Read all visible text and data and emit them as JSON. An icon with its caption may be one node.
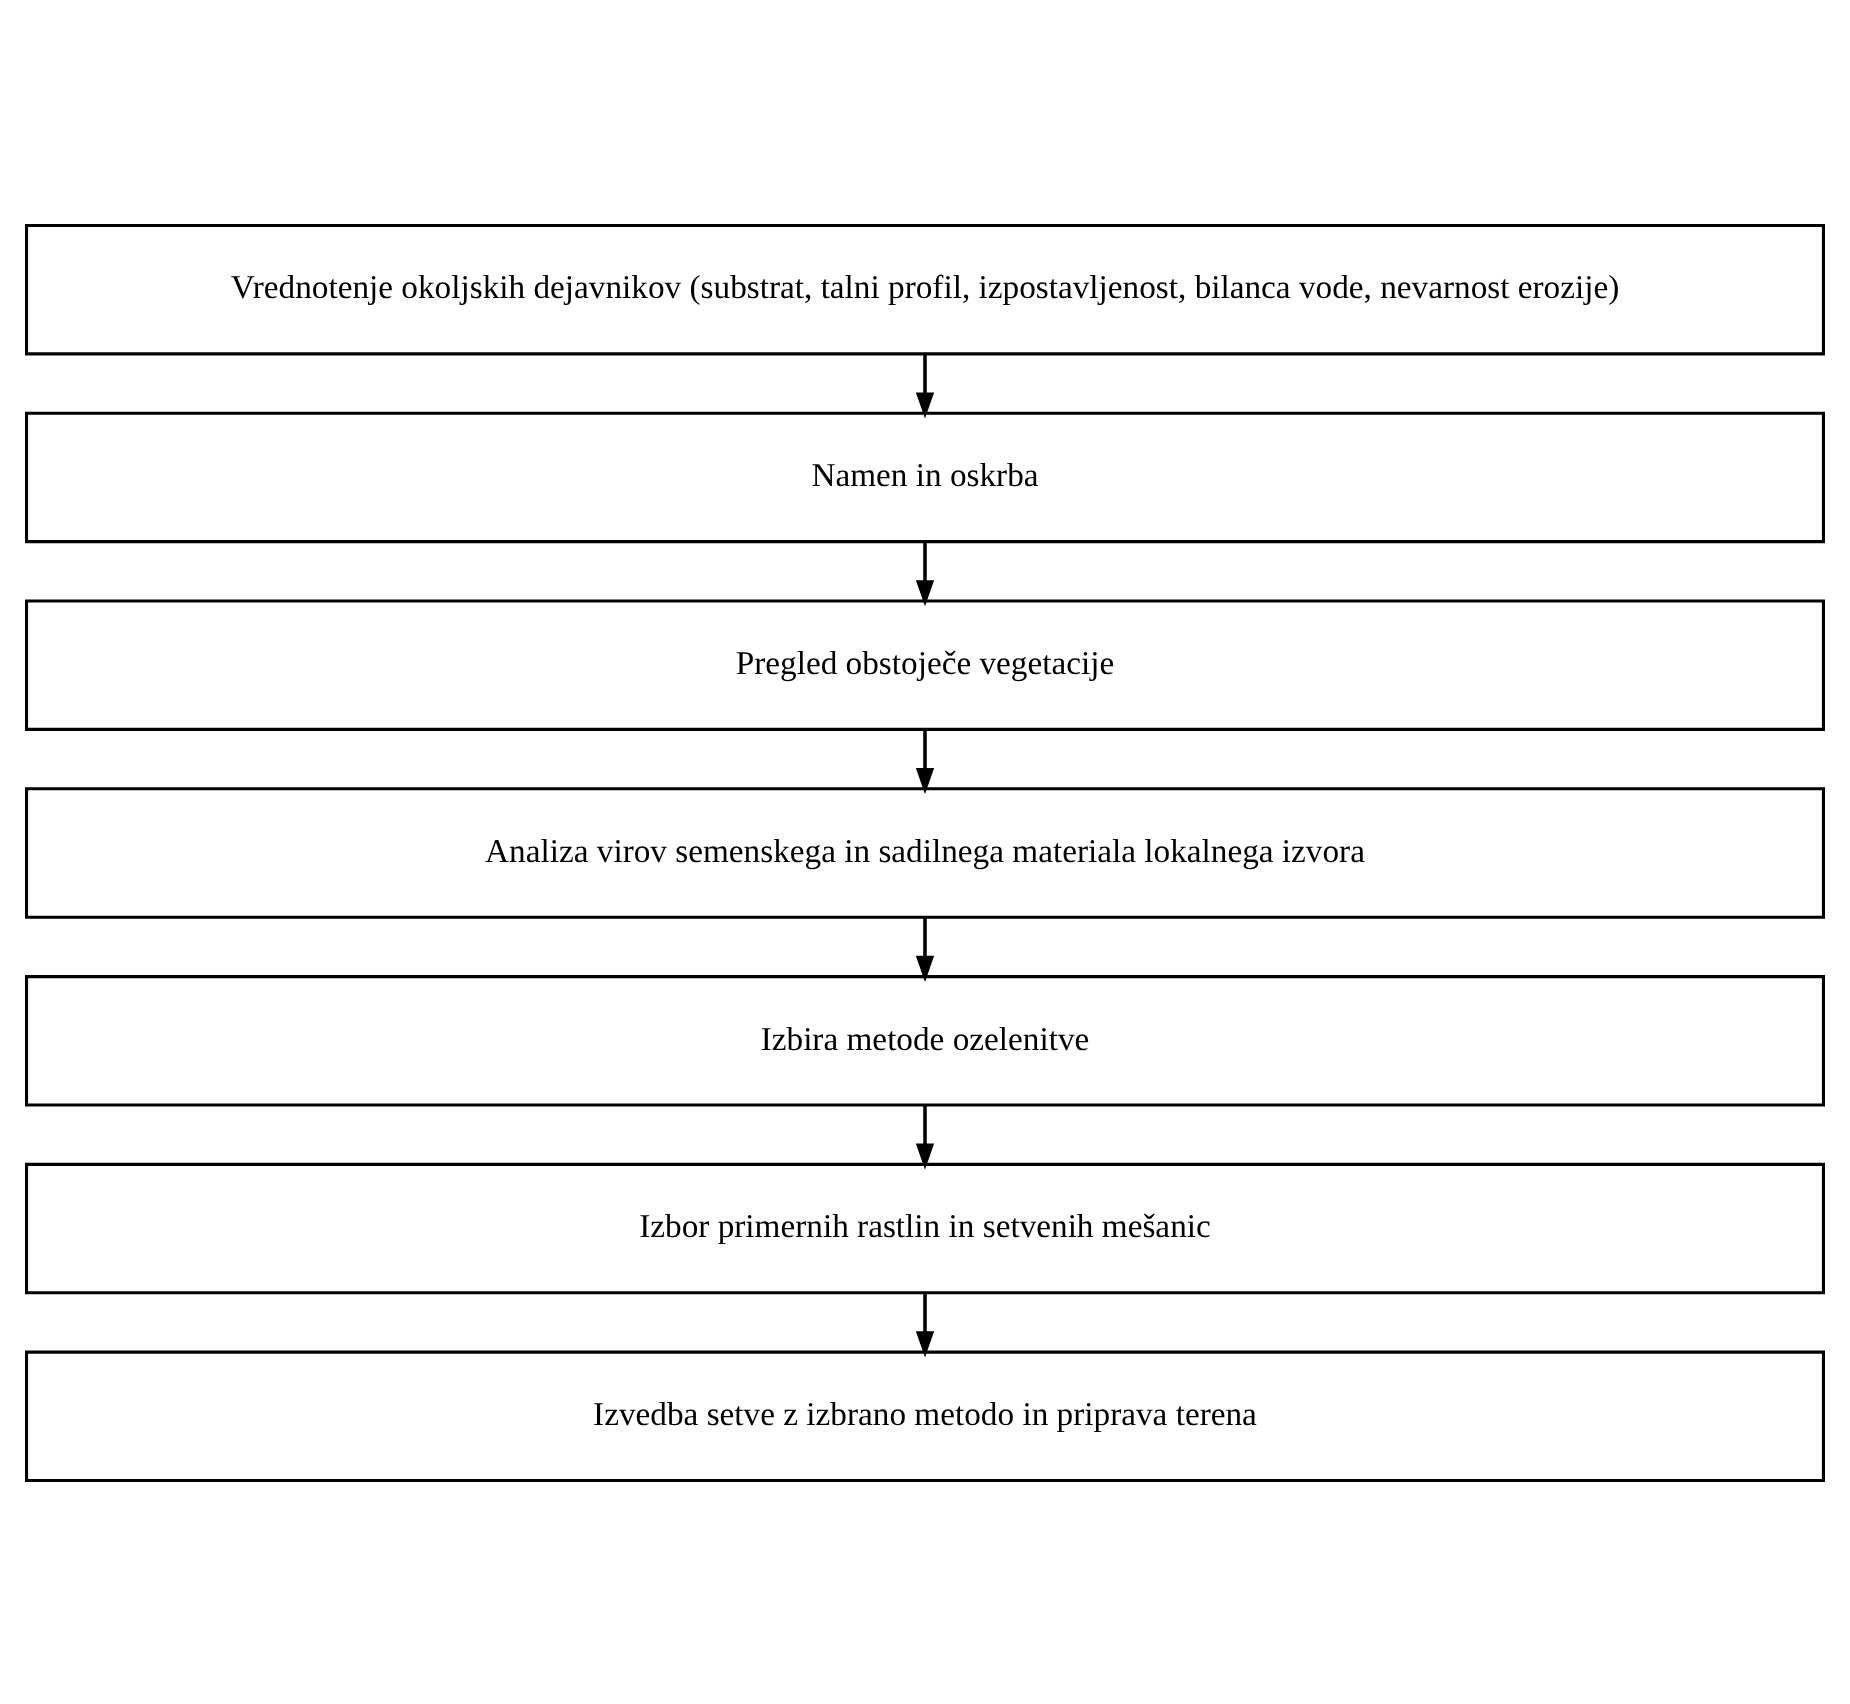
{
  "diagram": {
    "nodes": [
      {
        "text": [
          "Vrednotenje okoljskih dejavnikov (substrat, talni profil, izpostavljenost, bilanca vode, nevarnost erozije)"
        ]
      },
      {
        "text": [
          "Namen in oskrba"
        ]
      },
      {
        "text": [
          "Pregled obstoječe vegetacije"
        ]
      },
      {
        "text": [
          "Analiza virov semenskega in sadilnega materiala lokalnega izvora"
        ]
      },
      {
        "text": [
          "Izbira metode ozelenitve"
        ]
      },
      {
        "text": [
          "Izbor primernih rastlin in setvenih mešanic"
        ]
      },
      {
        "text": [
          "Izvedba setve z izbrano metodo in priprava terena"
        ]
      }
    ],
    "edges": [
      {
        "from": 0,
        "to": 1,
        "arrow": "to"
      },
      {
        "from": 1,
        "to": 2,
        "arrow": "to"
      },
      {
        "from": 2,
        "to": 3,
        "arrow": "to"
      },
      {
        "from": 3,
        "to": 4,
        "arrow": "to"
      },
      {
        "from": 4,
        "to": 5,
        "arrow": "to"
      },
      {
        "from": 5,
        "to": 6,
        "arrow": "to"
      }
    ]
  }
}
